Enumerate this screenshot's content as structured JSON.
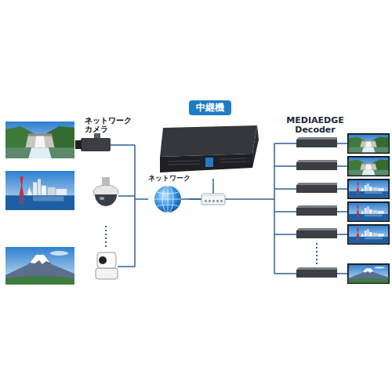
{
  "diagram": {
    "nodes": [
      {
        "text": [
          "ネットワーク カメラ"
        ]
      },
      {
        "text": [
          "ネットワーク"
        ]
      },
      {
        "text": [
          "中継機"
        ]
      },
      {
        "text": [
          "MEDIAEDGE Decoder"
        ]
      }
    ],
    "edges": [
      {
        "from": 0,
        "to": 1,
        "arrow": "none"
      },
      {
        "from": 1,
        "to": 2,
        "arrow": "none"
      },
      {
        "from": 1,
        "to": 3,
        "arrow": "none"
      }
    ]
  }
}
